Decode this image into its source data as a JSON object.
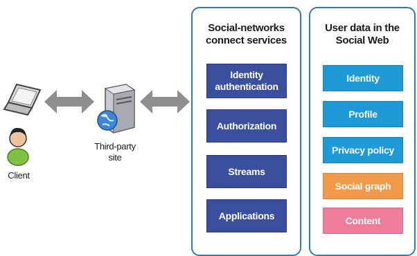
{
  "actors": {
    "client_label": "Client",
    "third_party_label": "Third-party\nsite"
  },
  "services_panel": {
    "title": "Social-networks\nconnect services",
    "items": [
      {
        "label": "Identity\nauthentication"
      },
      {
        "label": "Authorization"
      },
      {
        "label": "Streams"
      },
      {
        "label": "Applications"
      }
    ]
  },
  "userdata_panel": {
    "title": "User data in the\nSocial Web",
    "items": [
      {
        "label": "Identity",
        "color": "#1e9ad6"
      },
      {
        "label": "Profile",
        "color": "#1e9ad6"
      },
      {
        "label": "Privacy policy",
        "color": "#1e9ad6"
      },
      {
        "label": "Social graph",
        "color": "#f29a4a"
      },
      {
        "label": "Content",
        "color": "#ee7d9b"
      }
    ]
  },
  "colors": {
    "panel_border": "#2b7bbf",
    "service_box": "#3a4f9e",
    "arrow": "#8f8f8f"
  },
  "icons": [
    "laptop-icon",
    "user-icon",
    "server-globe-icon",
    "double-arrow-icon"
  ]
}
